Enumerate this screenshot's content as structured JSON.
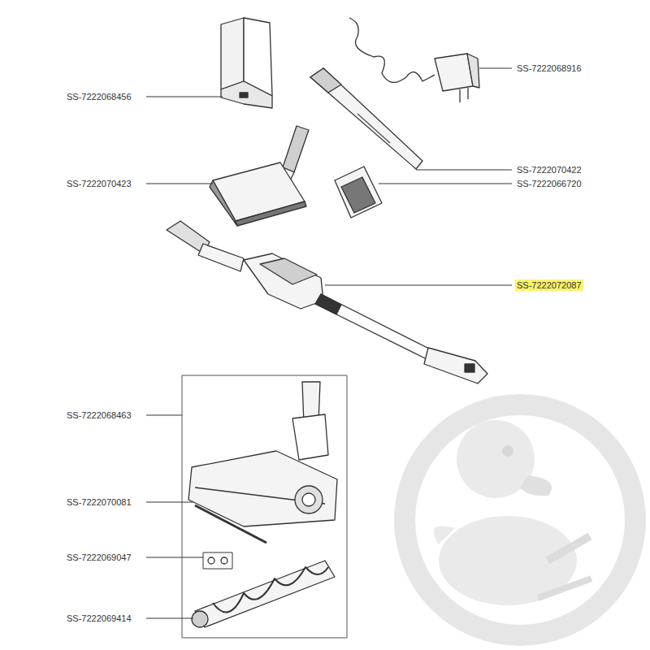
{
  "diagram": {
    "labels": [
      "SS-7222068916",
      "SS-7222068456",
      "SS-7222070422",
      "SS-7222070423",
      "SS-7222066720",
      "SS-7222072087",
      "SS-7222068463",
      "SS-7222070081",
      "SS-7222069047",
      "SS-7222069414"
    ]
  }
}
